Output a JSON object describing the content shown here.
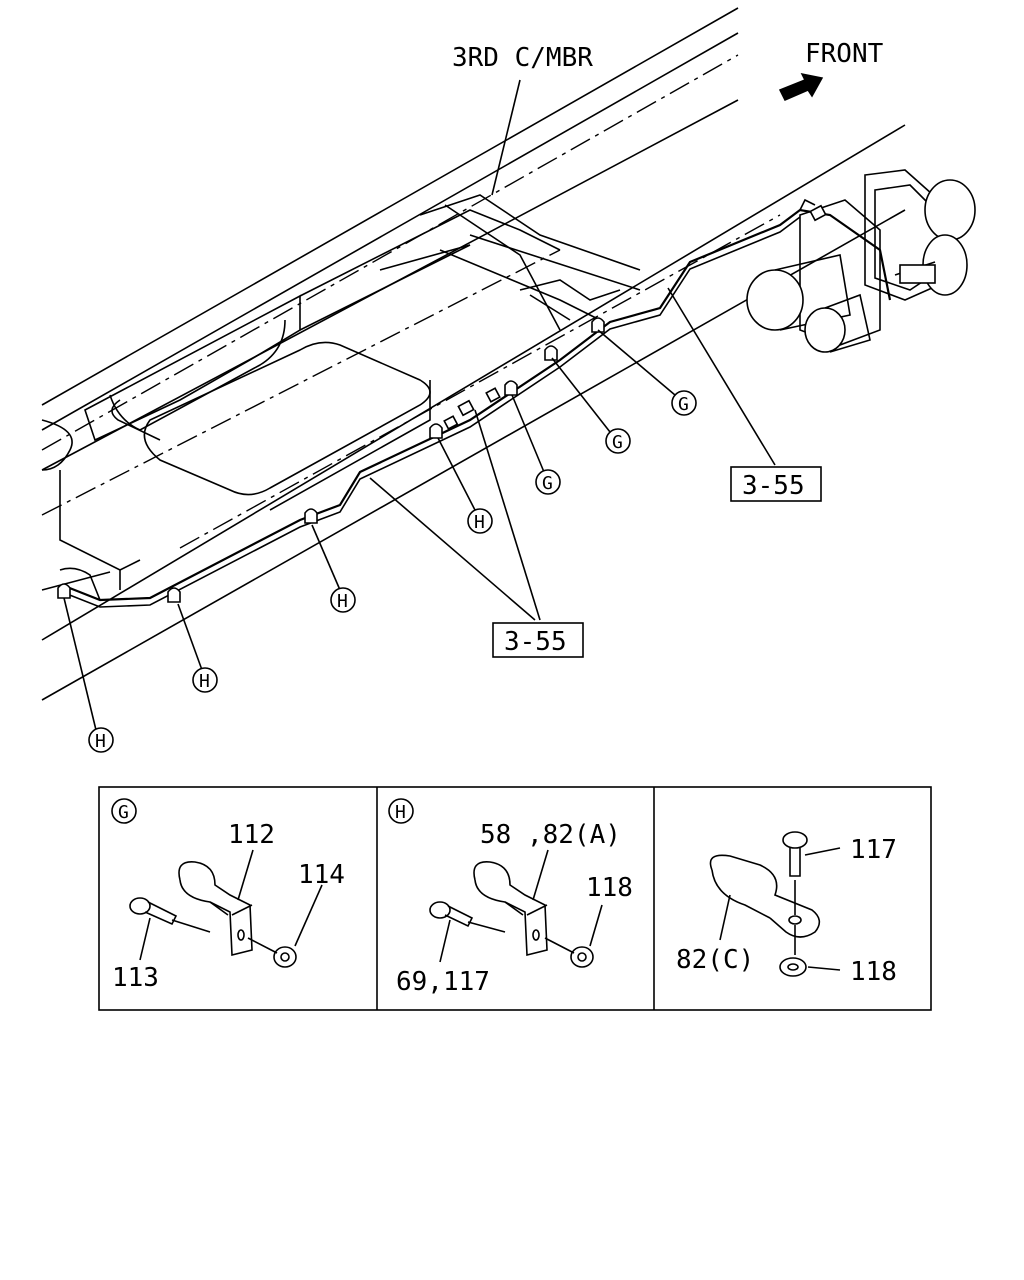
{
  "labels": {
    "third_crossmember": "3RD C/MBR",
    "front": "FRONT",
    "ref_top": "3-55",
    "ref_bottom": "3-55"
  },
  "callouts": {
    "g": "G",
    "h": "H"
  },
  "details": {
    "panel_g": {
      "key": "G",
      "clip": "112",
      "nut": "114",
      "bolt": "113"
    },
    "panel_h": {
      "key": "H",
      "clip": "58 ,82(A)",
      "nut": "118",
      "bolt": "69,117"
    },
    "panel_c": {
      "bolt": "117",
      "clip": "82(C)",
      "nut": "118"
    }
  }
}
